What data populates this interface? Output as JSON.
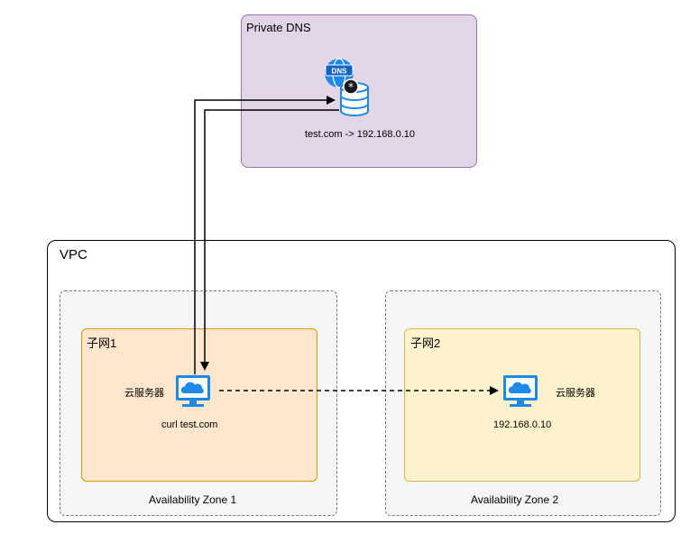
{
  "dns": {
    "title": "Private DNS",
    "record": "test.com -> 192.168.0.10"
  },
  "vpc": {
    "title": "VPC"
  },
  "zone1": {
    "label": "Availability Zone 1",
    "subnet": "子网1",
    "server_label": "云服务器",
    "server_caption": "curl test.com"
  },
  "zone2": {
    "label": "Availability Zone 2",
    "subnet": "子网2",
    "server_label": "云服务器",
    "server_caption": "192.168.0.10"
  },
  "colors": {
    "dns_fill": "#e1d5e7",
    "dns_stroke": "#9673a6",
    "subnet1_fill": "#ffe6cc",
    "subnet1_stroke": "#d79b00",
    "subnet2_fill": "#fff2cc",
    "subnet2_stroke": "#d6b656",
    "zone_fill": "#f5f5f5",
    "icon_blue": "#1e88e5"
  },
  "icons": [
    "dns-database-icon",
    "cloud-server-icon"
  ]
}
